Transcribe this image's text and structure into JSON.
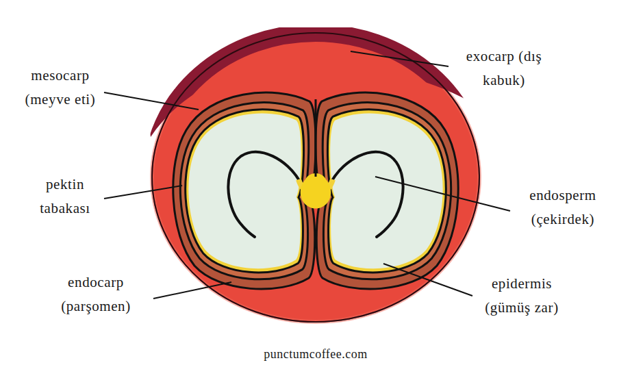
{
  "diagram": {
    "labels": [
      "exocarp (dış kabuk)",
      "mesocarp (meyve eti)",
      "pektin tabakası",
      "endosperm (çekirdek)",
      "endocarp (parşomen)",
      "epidermis (gümüş zar)",
      "punctumcoffee.com"
    ]
  }
}
